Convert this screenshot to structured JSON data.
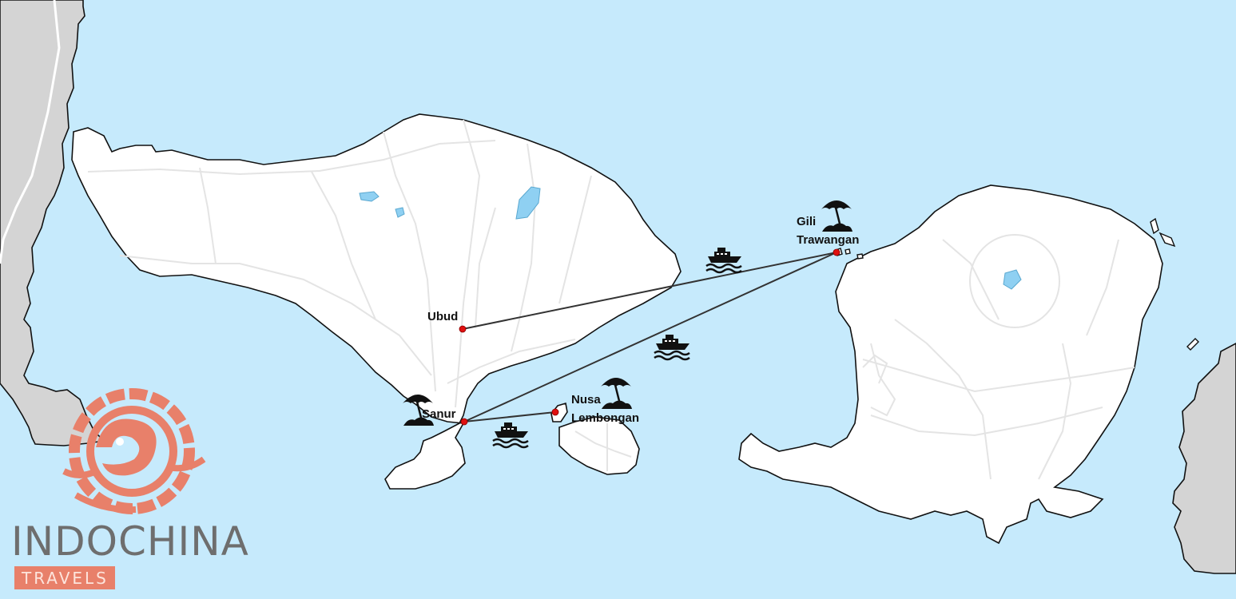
{
  "map": {
    "places": {
      "ubud": "Ubud",
      "sanur": "Sanur",
      "gili_line1": "Gili",
      "gili_line2": "Trawangan",
      "nusa_line1": "Nusa",
      "nusa_line2": "Lembongan"
    },
    "routes": [
      {
        "from": "Ubud",
        "to": "Gili Trawangan"
      },
      {
        "from": "Sanur",
        "to": "Gili Trawangan"
      },
      {
        "from": "Sanur",
        "to": "Nusa Lembongan"
      }
    ],
    "colors": {
      "sea": "#c6eafc",
      "land": "#ffffff",
      "neighbor_land": "#d4d4d4",
      "lake": "#8fd0f2",
      "marker": "#e01010",
      "route": "#333333"
    },
    "icons": [
      "ferry-icon",
      "beach-umbrella-icon"
    ]
  },
  "logo": {
    "brand": "INDOCHINA",
    "tagline": "TRAVELS",
    "colors": {
      "emblem": "#e8806a",
      "tag_bg": "#e8806a",
      "text": "#6e6e6e"
    }
  }
}
